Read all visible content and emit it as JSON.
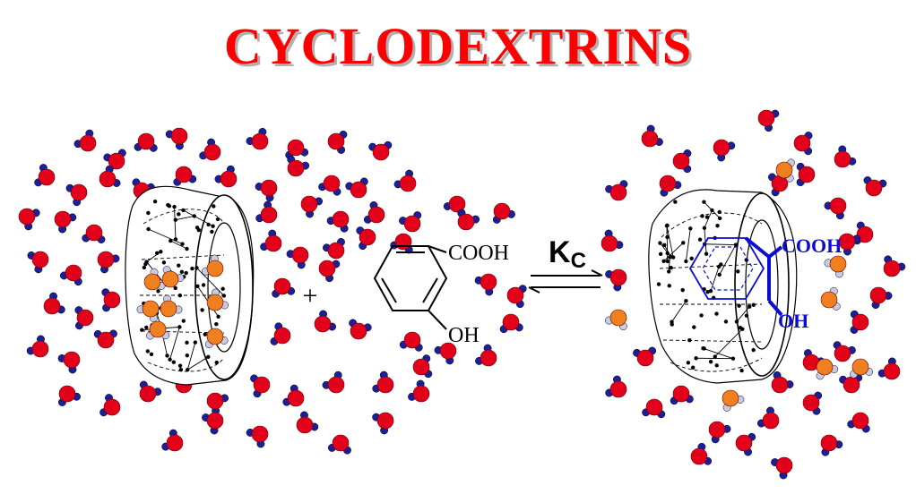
{
  "title": "CYCLODEXTRINS",
  "plus": "+",
  "equilibrium_constant": {
    "symbol": "K",
    "subscript": "C"
  },
  "reactant": {
    "group_top": "COOH",
    "group_bottom": "OH"
  },
  "product": {
    "group_top": "COOH",
    "group_bottom": "OH"
  },
  "colors": {
    "title": "#ff0000",
    "water_oxygen": "#e3001b",
    "water_hydrogen": "#1b1f9a",
    "guest_water_oxygen": "#f07f1f",
    "guest_water_hydrogen": "#c8cbe6",
    "guest_molecule": "#0b0bd6",
    "line": "#000000"
  }
}
